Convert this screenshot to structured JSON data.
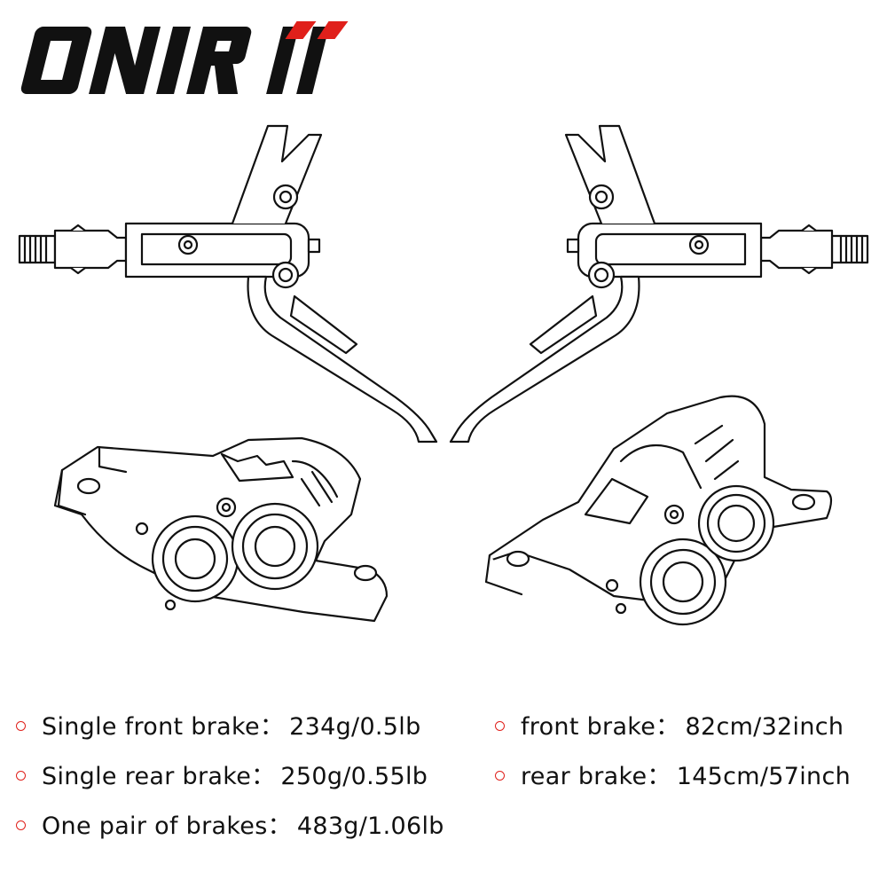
{
  "brand": {
    "logo_text": "ONIRII",
    "accent_color": "#e0201b",
    "logo_color": "#111111"
  },
  "illustration": {
    "items": [
      "left-brake-lever-icon",
      "right-brake-lever-icon",
      "left-brake-caliper-icon",
      "right-brake-caliper-icon"
    ]
  },
  "specs": {
    "left": [
      {
        "label": "Single front brake：",
        "value": "234g/0.5lb"
      },
      {
        "label": "Single rear brake：",
        "value": "250g/0.55lb"
      },
      {
        "label": "One pair of brakes：",
        "value": "483g/1.06lb"
      }
    ],
    "right": [
      {
        "label": "front brake：",
        "value": "82cm/32inch"
      },
      {
        "label": "rear brake：",
        "value": "145cm/57inch"
      }
    ]
  }
}
